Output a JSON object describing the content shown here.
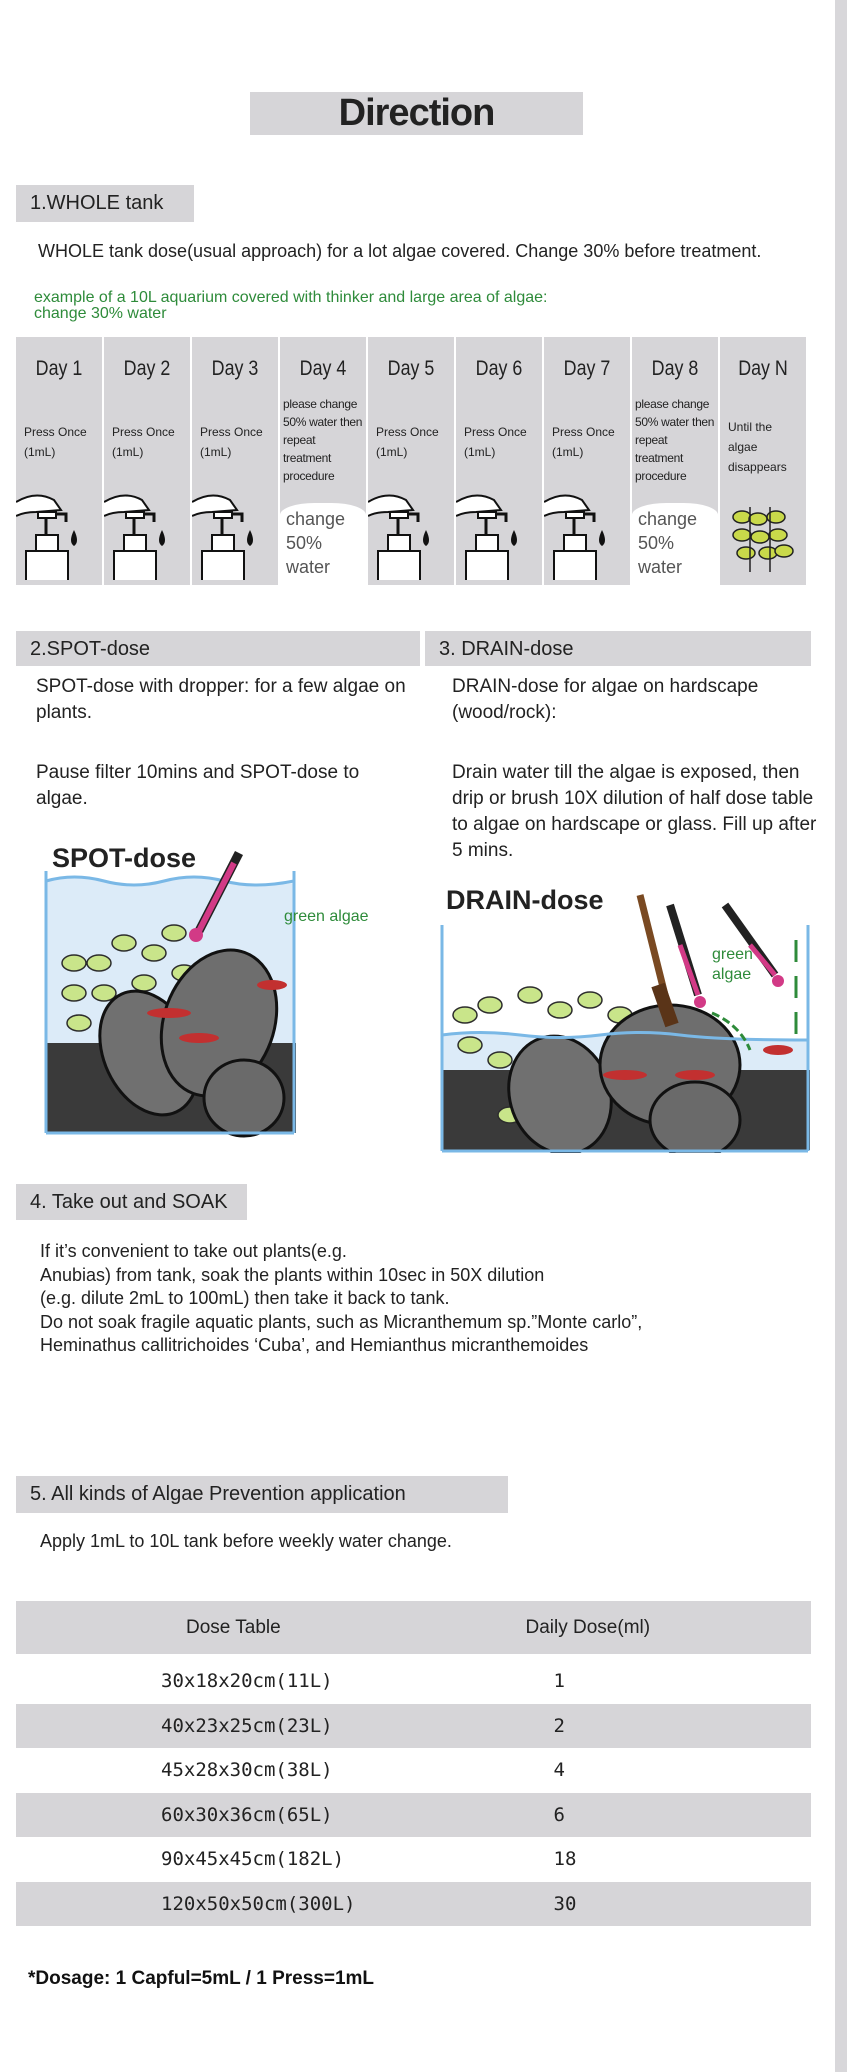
{
  "title": "Direction",
  "s1": {
    "header": "1.WHOLE tank",
    "text": "WHOLE tank dose(usual approach) for a lot algae covered. Change 30% before treatment.",
    "example": "example of a 10L aquarium covered with thinker and large area of algae:",
    "example2": "change 30% water",
    "days": [
      {
        "label": "Day 1",
        "desc": "Press Once (1mL)",
        "type": "press"
      },
      {
        "label": "Day 2",
        "desc": "Press Once (1mL)",
        "type": "press"
      },
      {
        "label": "Day 3",
        "desc": "Press Once (1mL)",
        "type": "press"
      },
      {
        "label": "Day 4",
        "desc": "please change 50% water then repeat treatment procedure",
        "type": "change",
        "change": "change 50% water"
      },
      {
        "label": "Day 5",
        "desc": "Press Once (1mL)",
        "type": "press"
      },
      {
        "label": "Day 6",
        "desc": "Press Once (1mL)",
        "type": "press"
      },
      {
        "label": "Day 7",
        "desc": "Press Once (1mL)",
        "type": "press"
      },
      {
        "label": "Day 8",
        "desc": "please change 50% water then repeat treatment procedure",
        "type": "change",
        "change": "change 50% water"
      },
      {
        "label": "Day N",
        "desc": "Until the algae disappears",
        "type": "plant"
      }
    ]
  },
  "s2": {
    "header": "2.SPOT-dose",
    "p1": "SPOT-dose with dropper: for a few algae on plants.",
    "p2": "Pause filter 10mins and SPOT-dose to algae.",
    "img_title": "SPOT-dose",
    "img_label": "green algae"
  },
  "s3": {
    "header": "3. DRAIN-dose",
    "p1": "DRAIN-dose for algae on hardscape (wood/rock):",
    "p2": "Drain water till the algae is exposed, then drip or brush 10X dilution of half dose table to algae on hardscape or glass. Fill up after 5 mins.",
    "img_title": "DRAIN-dose",
    "img_label": "green algae"
  },
  "s4": {
    "header": "4. Take out and SOAK",
    "lines": [
      "If it’s convenient to take out plants(e.g.",
      "Anubias) from tank, soak the plants within 10sec in 50X dilution",
      "(e.g. dilute 2mL to 100mL) then take it back to tank.",
      "Do not soak fragile aquatic plants, such as Micranthemum sp.”Monte carlo”,",
      "Heminathus callitrichoides ‘Cuba’, and Hemianthus micranthemoides"
    ]
  },
  "s5": {
    "header": "5. All kinds of Algae Prevention application",
    "text": "Apply 1mL to 10L tank before weekly water change."
  },
  "table": {
    "headers": [
      "Dose Table",
      "Daily Dose(ml)"
    ],
    "rows": [
      [
        "30x18x20cm(11L)",
        "1"
      ],
      [
        "40x23x25cm(23L)",
        "2"
      ],
      [
        "45x28x30cm(38L)",
        "4"
      ],
      [
        "60x30x36cm(65L)",
        "6"
      ],
      [
        "90x45x45cm(182L)",
        "18"
      ],
      [
        "120x50x50cm(300L)",
        "30"
      ]
    ]
  },
  "note": "*Dosage: 1 Capful=5mL / 1 Press=1mL",
  "colors": {
    "header_bg": "#d6d5d8",
    "green": "#2e8b3a",
    "water": "#dcebf8",
    "tank": "#7ab8e6"
  }
}
